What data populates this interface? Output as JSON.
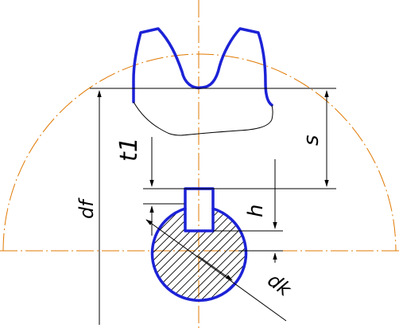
{
  "labels": {
    "t1": "t1",
    "s": "s",
    "h": "h",
    "df": "df",
    "dk": "dk"
  },
  "colors": {
    "outline": "#1c22d6",
    "construction": "#e07800",
    "dimension": "#000000"
  }
}
